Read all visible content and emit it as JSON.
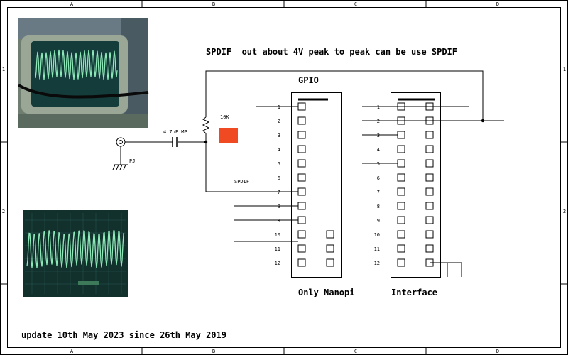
{
  "frame": {
    "col_labels": [
      "A",
      "B",
      "C",
      "D"
    ],
    "row_labels": [
      "1",
      "2"
    ]
  },
  "title": "SPDIF  out about 4V peak to peak can be use SPDIF",
  "update": "update 10th May 2023 since 26th May 2019",
  "gpio": {
    "label": "GPIO",
    "caption": "Only Nanopi",
    "pins": [
      "1",
      "2",
      "3",
      "4",
      "5",
      "6",
      "7",
      "8",
      "9",
      "10",
      "11",
      "12"
    ]
  },
  "interface": {
    "caption": "Interface",
    "pins": [
      "1",
      "2",
      "3",
      "4",
      "5",
      "6",
      "7",
      "8",
      "9",
      "10",
      "11",
      "12"
    ]
  },
  "parts": {
    "resistor": "10K",
    "capacitor": "4.7uF MP",
    "jack": "PJ",
    "spdif_pin": "SPDIF"
  },
  "colors": {
    "line": "#000000",
    "led": "#f04a22",
    "scope_bezel": "#7e8c7e",
    "scope_trace": "#8ee9b8",
    "scope_screen": "#143c3a"
  }
}
